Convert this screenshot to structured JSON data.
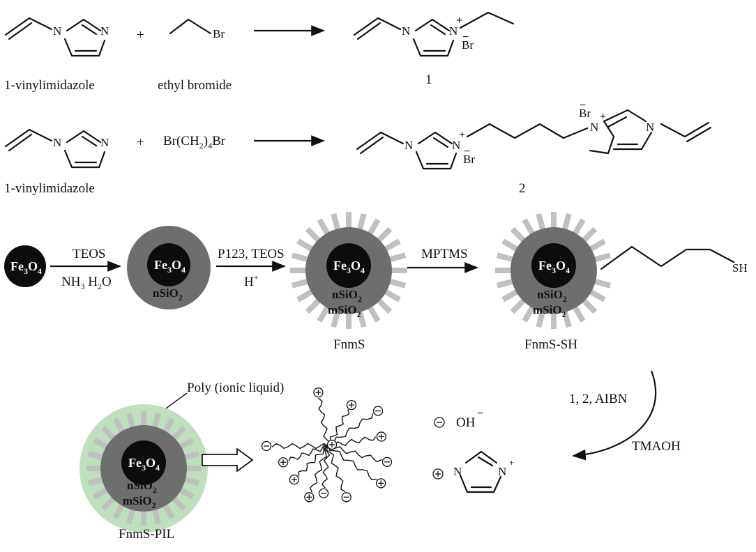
{
  "row1": {
    "reactant1_name": "1-vinylimidazole",
    "reactant2_name": "ethyl bromide",
    "plus": "+",
    "product_number": "1",
    "atoms": {
      "N": "N",
      "Br": "Br",
      "plus": "+",
      "minus": "−"
    }
  },
  "row2": {
    "reactant1_name": "1-vinylimidazole",
    "reactant2_label": {
      "a": "Br(CH",
      "sub": "2",
      "b": ")",
      "sub2": "4",
      "c": "Br"
    },
    "plus": "+",
    "product_number": "2"
  },
  "row3": {
    "core_label": {
      "a": "Fe",
      "s1": "3",
      "b": "O",
      "s2": "4"
    },
    "nsio2": {
      "a": "nSiO",
      "s": "2"
    },
    "msio2": {
      "a": "mSiO",
      "s": "2"
    },
    "step1_top": "TEOS",
    "step1_bottom": {
      "a": "NH",
      "s": "3",
      "b": " H",
      "s2": "2",
      "c": "O"
    },
    "step2_top": "P123, TEOS",
    "step2_bottom": {
      "a": "H",
      "sup": "+"
    },
    "step3_top": "MPTMS",
    "fnms_label": "FnmS",
    "fnmssh_label": "FnmS-SH",
    "sh_label": "SH"
  },
  "row4": {
    "pil_callout": "Poly (ionic liquid)",
    "fnmspil_label": "FnmS-PIL",
    "reagents_top": "1, 2, AIBN",
    "reagents_bottom": "TMAOH",
    "oh_label": "OH",
    "oh_charge": "−",
    "ion_plus": "+",
    "ion_minus": "−",
    "imid_plus": "+"
  },
  "colors": {
    "core": "#0c0c0c",
    "shell": "#6e6e6e",
    "spikes": "#c0c0c0",
    "pil_halo": "#bfe0bd",
    "line": "#111111"
  }
}
